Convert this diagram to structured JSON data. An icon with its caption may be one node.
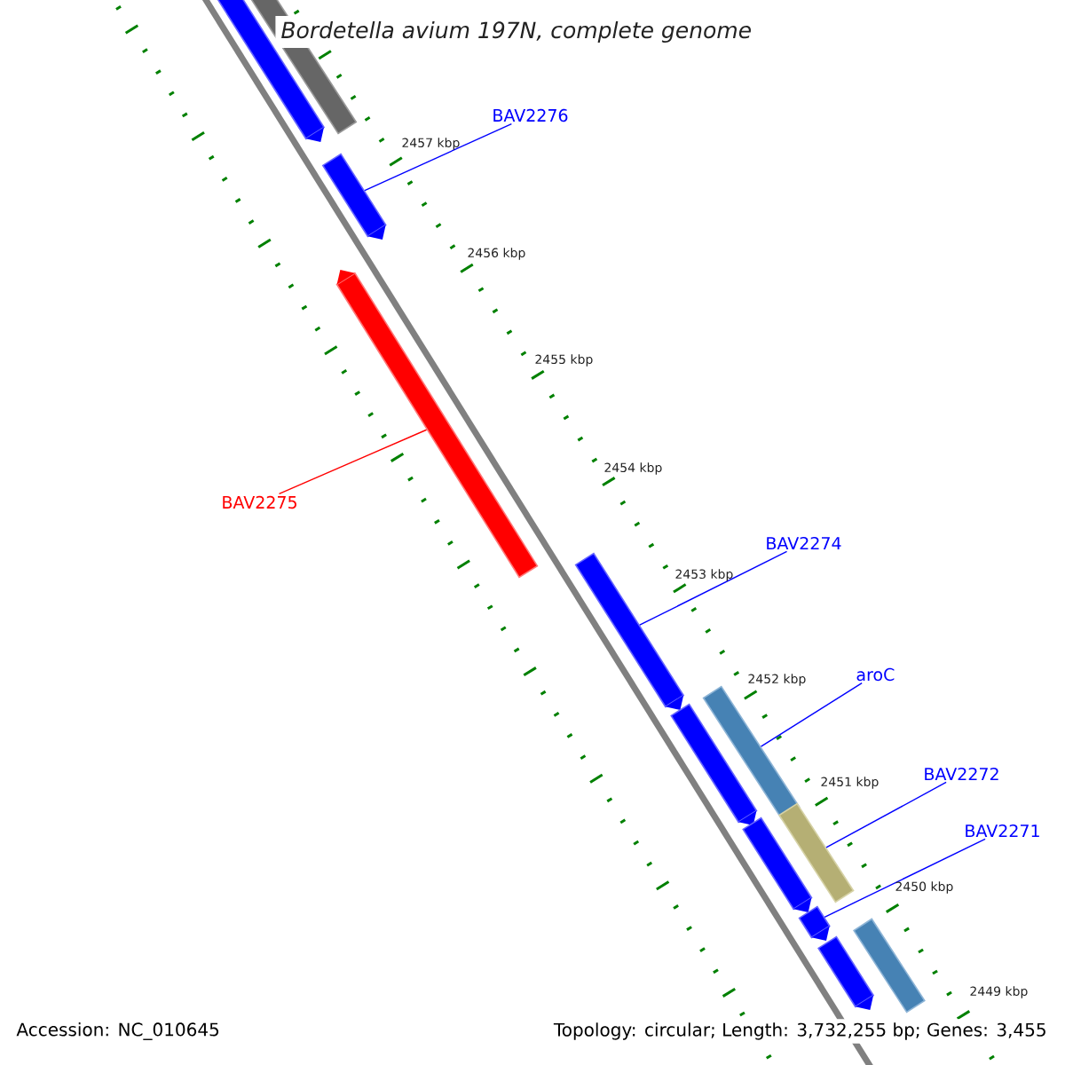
{
  "diagram": {
    "title": "Bordetella avium 197N, complete genome",
    "nodes": [
      {
        "text": [],
        "shape": "arrow"
      },
      {
        "text": [],
        "shape": "box"
      },
      {
        "text": [],
        "shape": "arrow"
      },
      {
        "text": [],
        "shape": "arrow"
      },
      {
        "text": [],
        "shape": "arrow"
      },
      {
        "text": [],
        "shape": "box"
      },
      {
        "text": [],
        "shape": "arrow"
      },
      {
        "text": [],
        "shape": "box"
      },
      {
        "text": [],
        "shape": "arrow"
      },
      {
        "text": [],
        "shape": "arrow"
      },
      {
        "text": [],
        "shape": "box"
      },
      {
        "text": [],
        "shape": "arrow"
      },
      {
        "text": [
          "BAV2276"
        ]
      },
      {
        "text": [
          "BAV2275"
        ]
      },
      {
        "text": [
          "BAV2274"
        ]
      },
      {
        "text": [
          "aroC"
        ]
      },
      {
        "text": [
          "BAV2272"
        ]
      },
      {
        "text": [
          "BAV2271"
        ]
      }
    ],
    "edges": [
      {
        "from": 12,
        "to": 2,
        "arrow": "none"
      },
      {
        "from": 13,
        "to": 3,
        "arrow": "none",
        "color": "#ff0000"
      },
      {
        "from": 14,
        "to": 4,
        "arrow": "none"
      },
      {
        "from": 15,
        "to": 5,
        "arrow": "none"
      },
      {
        "from": 16,
        "to": 7,
        "arrow": "none"
      },
      {
        "from": 17,
        "to": 9,
        "arrow": "none"
      }
    ],
    "labels": [
      "2457 kbp",
      "2456 kbp",
      "2455 kbp",
      "2454 kbp",
      "2453 kbp",
      "2452 kbp",
      "2451 kbp",
      "2450 kbp",
      "2449 kbp",
      "Accession: NC_010645",
      "Topology: circular; Length: 3,732,255 bp; Genes: 3,455"
    ]
  }
}
